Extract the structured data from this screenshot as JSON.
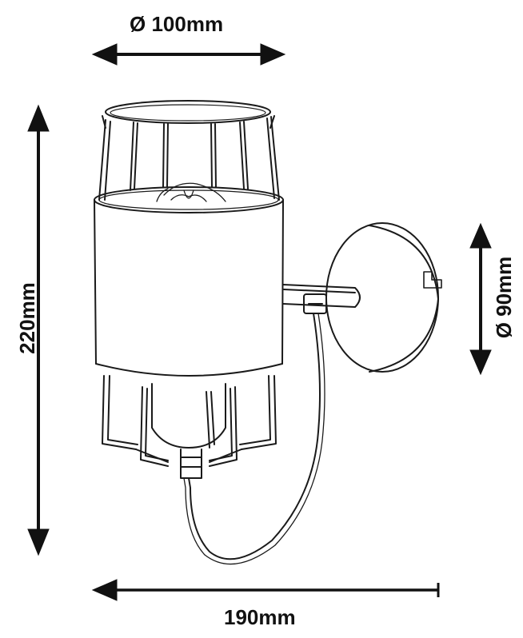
{
  "dimensions": {
    "top_width": "Ø 100mm",
    "total_height": "220mm",
    "base_diameter": "Ø 90mm",
    "total_depth": "190mm"
  },
  "colors": {
    "line": "#1a1a1a",
    "background": "#ffffff"
  }
}
